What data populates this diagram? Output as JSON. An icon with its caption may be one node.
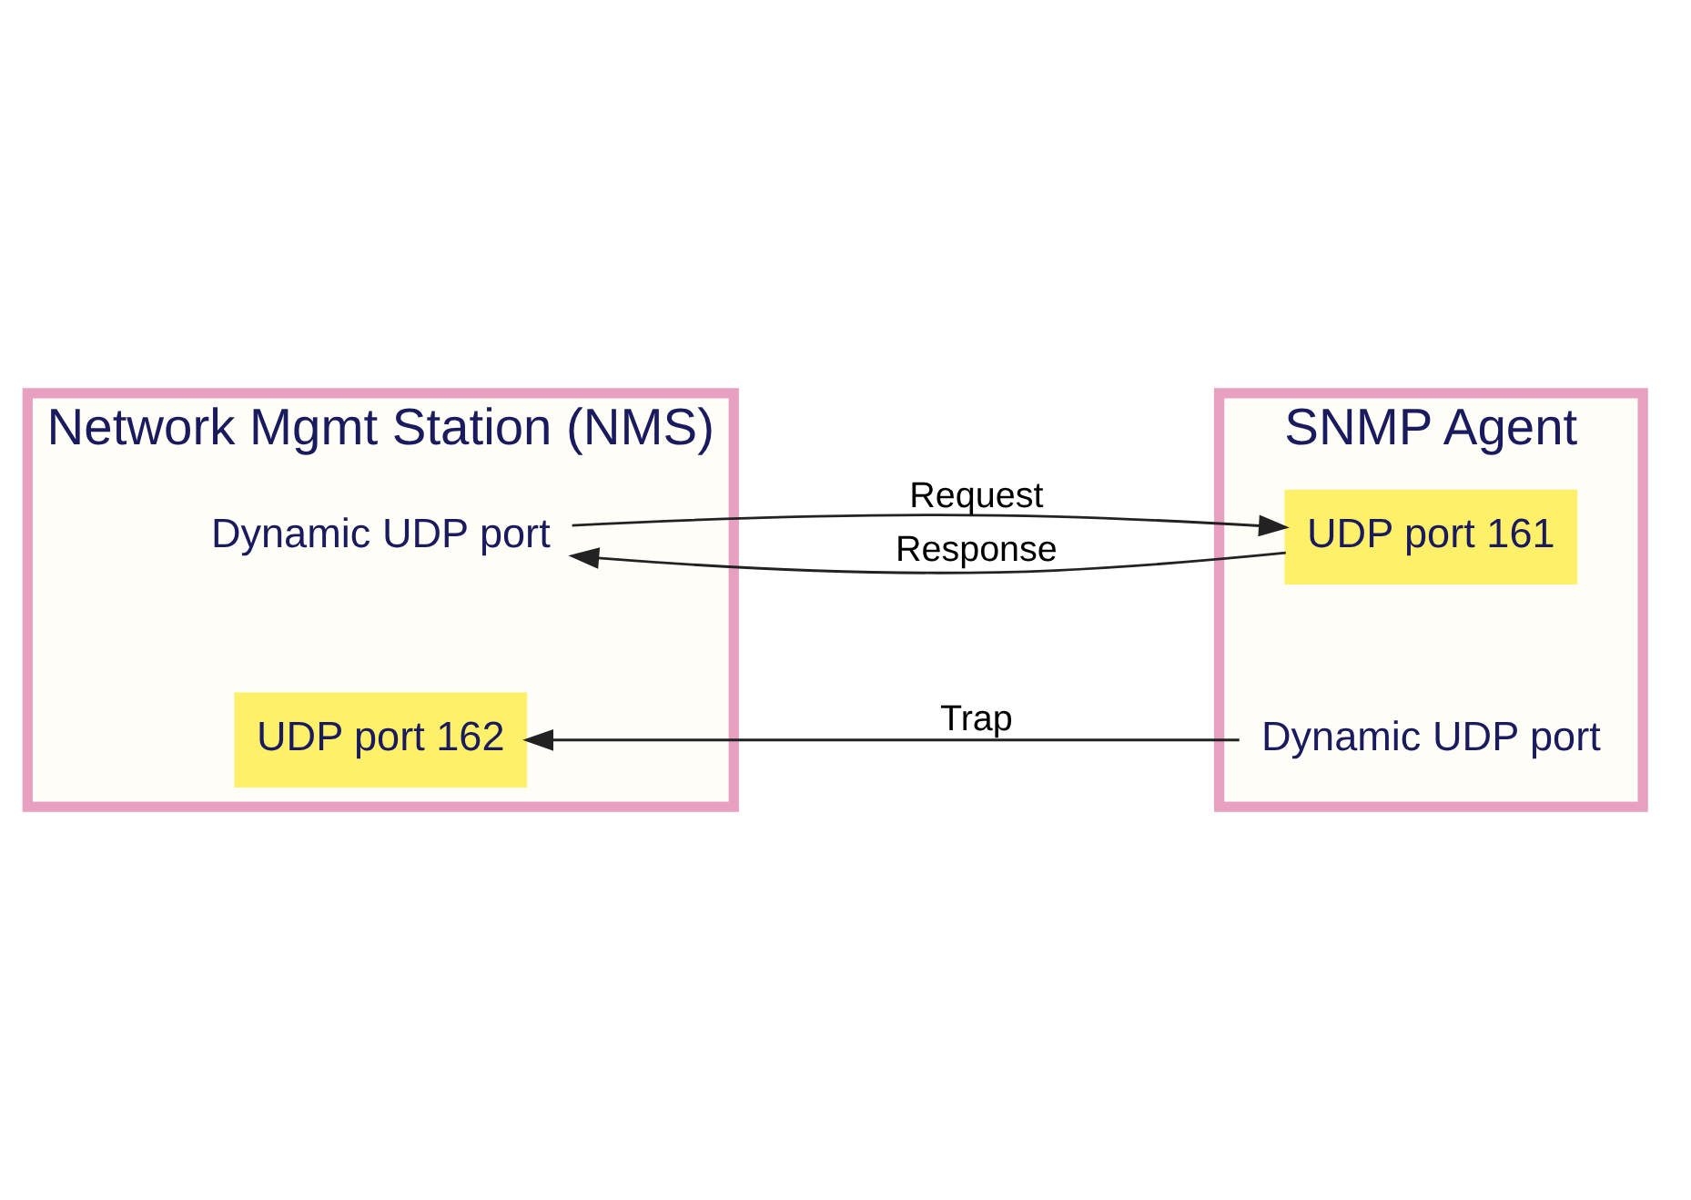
{
  "diagram": {
    "nodes": [
      {
        "text": [
          "Network Mgmt Station (NMS)"
        ]
      },
      {
        "text": [
          "Dynamic UDP port"
        ],
        "in": 0
      },
      {
        "text": [
          "UDP port 162"
        ],
        "in": 0
      },
      {
        "text": [
          "SNMP Agent"
        ]
      },
      {
        "text": [
          "UDP port 161"
        ],
        "in": 3
      },
      {
        "text": [
          "Dynamic UDP port"
        ],
        "in": 3
      }
    ],
    "edges": [
      {
        "from": 1,
        "to": 4,
        "arrow": "to",
        "label": "Request"
      },
      {
        "from": 4,
        "to": 1,
        "arrow": "to",
        "label": "Response"
      },
      {
        "from": 5,
        "to": 2,
        "arrow": "to",
        "label": "Trap"
      }
    ]
  }
}
